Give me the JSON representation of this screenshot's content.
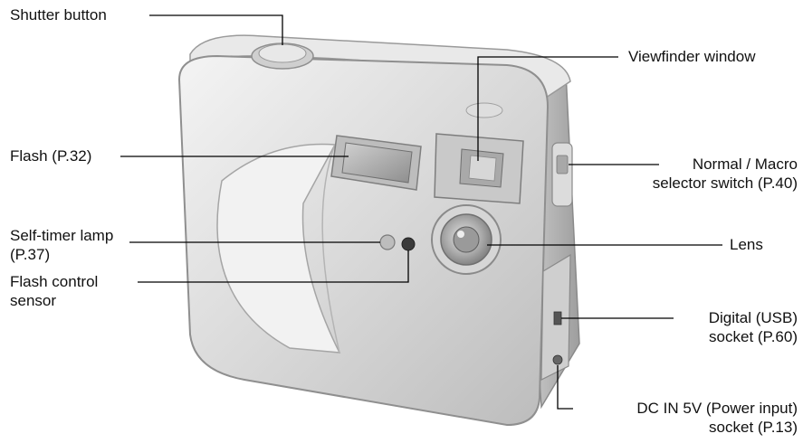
{
  "labels": {
    "shutter_button": "Shutter button",
    "flash": "Flash (P.32)",
    "self_timer_lamp": [
      "Self-timer lamp",
      "(P.37)"
    ],
    "flash_control_sensor": [
      "Flash control",
      "sensor"
    ],
    "viewfinder_window": "Viewfinder window",
    "normal_macro_switch": [
      "Normal / Macro",
      "selector switch (P.40)"
    ],
    "lens": "Lens",
    "digital_usb_socket": [
      "Digital (USB)",
      "socket (P.60)"
    ],
    "dc_in_socket": [
      "DC IN 5V (Power input)",
      "socket (P.13)"
    ]
  }
}
